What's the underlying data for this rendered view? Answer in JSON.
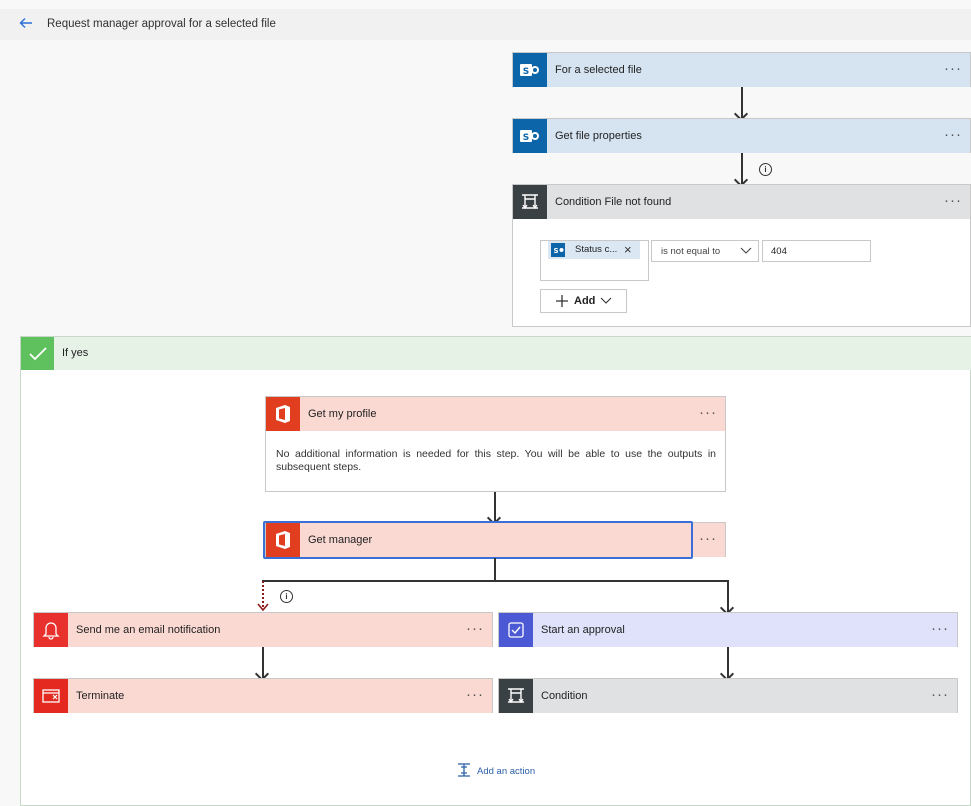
{
  "header": {
    "title": "Request manager approval for a selected file"
  },
  "steps": {
    "trigger": {
      "title": "For a selected file",
      "menu": "···"
    },
    "get_props": {
      "title": "Get file properties",
      "menu": "···"
    },
    "condition": {
      "title": "Condition File not found",
      "menu": "···",
      "token_label": "Status c...",
      "token_remove": "×",
      "operator": "is not equal to",
      "value": "404",
      "add_label": "Add"
    }
  },
  "if_yes": {
    "label": "If yes",
    "get_profile": {
      "title": "Get my profile",
      "menu": "···",
      "description": "No additional information is needed for this step. You will be able to use the outputs in subsequent steps."
    },
    "get_manager": {
      "title": "Get manager",
      "menu": "···"
    },
    "email": {
      "title": "Send me an email notification",
      "menu": "···"
    },
    "terminate": {
      "title": "Terminate",
      "menu": "···"
    },
    "approval": {
      "title": "Start an approval",
      "menu": "···"
    },
    "condition2": {
      "title": "Condition",
      "menu": "···"
    },
    "add_action": "Add an action"
  },
  "colors": {
    "sharepoint": "#0c65a8",
    "condition": "#3a4145",
    "office": "#e03e1f",
    "approval": "#4b59d4",
    "success": "#5ec15e",
    "link": "#2b6fd6"
  }
}
